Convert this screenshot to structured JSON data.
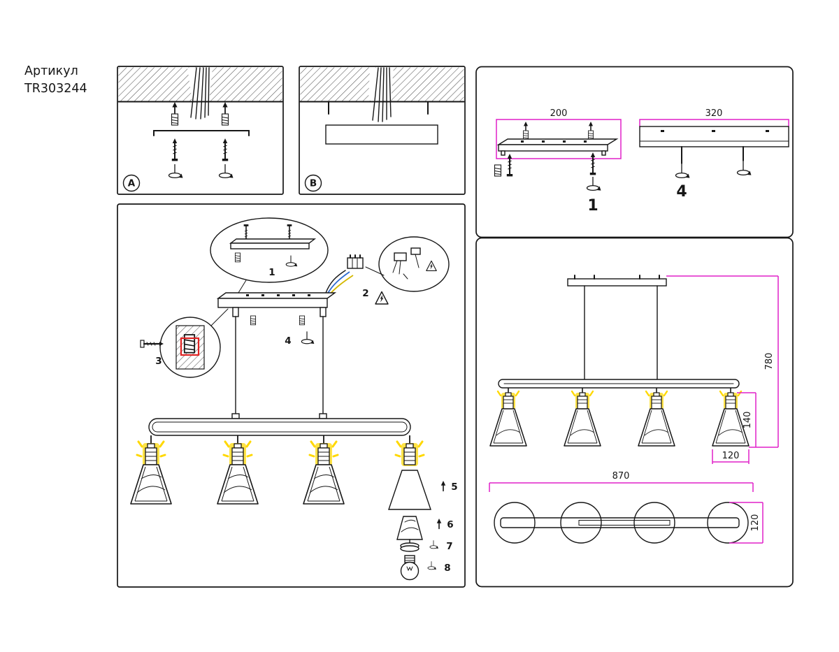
{
  "meta": {
    "article_label": "Артикул",
    "article_number": "TR303244"
  },
  "panel_a": {
    "label": "A"
  },
  "panel_b": {
    "label": "B"
  },
  "mounting": {
    "plate_width": "200",
    "bracket_width": "320",
    "step_plate": "1",
    "step_bracket": "4"
  },
  "dimensions": {
    "overall_height": "780",
    "shade_height": "140",
    "shade_diameter": "120",
    "overall_length": "870",
    "body_depth": "120"
  },
  "assembly": {
    "callout_plate": "1",
    "callout_wiring": "2",
    "callout_anchor": "3",
    "callout_lock": "4",
    "part_shade": "5",
    "part_diffuser": "6",
    "part_ring": "7",
    "part_bulb": "8"
  },
  "colors": {
    "line": "#161616",
    "dimension": "#e020c8",
    "highlight_red": "#e02424",
    "glow_yellow": "#ffd800",
    "wire_blue": "#2e6bd0",
    "wire_yellow": "#d4b800"
  }
}
